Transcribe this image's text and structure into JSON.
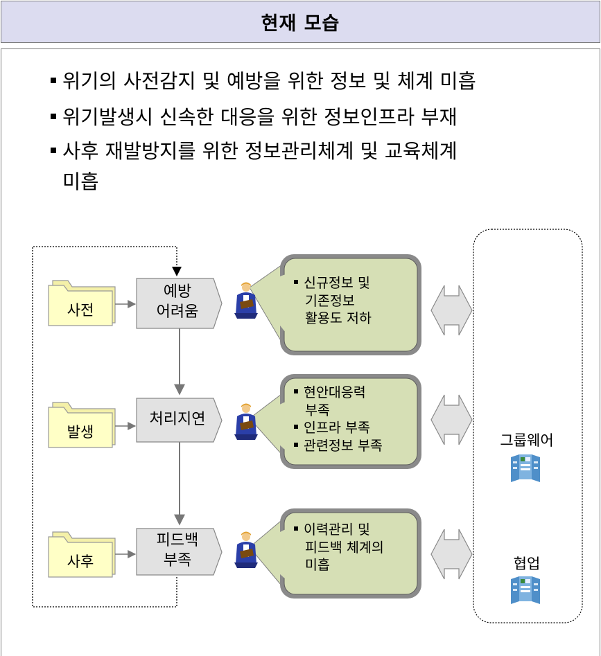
{
  "header": {
    "title": "현재 모습"
  },
  "bullets": [
    "위기의 사전감지 및 예방을 위한 정보 및 체계 미흡",
    "위기발생시 신속한 대응을 위한 정보인프라 부재",
    "사후 재발방지를 위한 정보관리체계 및 교육체계",
    "미흡"
  ],
  "folders": [
    "사전",
    "발생",
    "사후"
  ],
  "stages": [
    [
      "예방",
      "어려움"
    ],
    [
      "처리지연"
    ],
    [
      "피드백",
      "부족"
    ]
  ],
  "callouts": [
    [
      "신규정보 및",
      "기존정보",
      "활용도 저하"
    ],
    [
      "현안대응력",
      "부족",
      "인프라 부족",
      "관련정보 부족"
    ],
    [
      "이력관리 및",
      "피드백 체계의",
      "미흡"
    ]
  ],
  "tools": {
    "groupware_label": "그룹웨어",
    "collab_label": "협업"
  },
  "colors": {
    "header_bg": "#dcdcf0",
    "folder_fill": "#ffffc6",
    "stage_fill": "#e2e2e2",
    "callout_fill": "#d6dfb5",
    "callout_border": "#7f7f7f"
  }
}
